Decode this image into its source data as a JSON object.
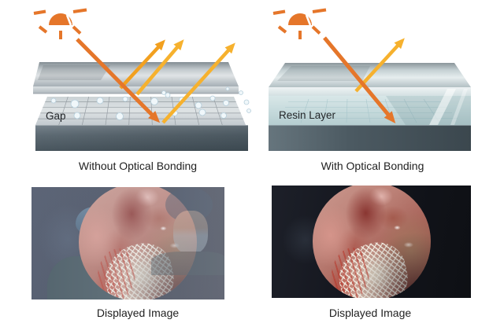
{
  "colors": {
    "accent_orange": "#E5762A",
    "accent_yellow": "#F6B12E",
    "caption_text": "#1F1F1F",
    "panel_dark": "#4C5A62",
    "resin_blue": "#C6DBDE"
  },
  "icons": {
    "sun": "sun-icon (half sun with rays)"
  },
  "top_row": {
    "left": {
      "caption": "Without Optical Bonding",
      "layer_label": "Gap"
    },
    "right": {
      "caption": "With Optical Bonding",
      "layer_label": "Resin Layer"
    }
  },
  "bottom_row": {
    "left": {
      "caption": "Displayed Image"
    },
    "right": {
      "caption": "Displayed Image"
    }
  }
}
